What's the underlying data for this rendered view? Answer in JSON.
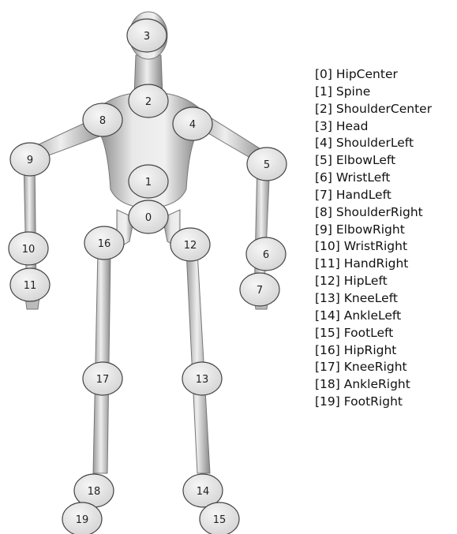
{
  "joints": [
    {
      "id": "0",
      "name": "HipCenter"
    },
    {
      "id": "1",
      "name": "Spine"
    },
    {
      "id": "2",
      "name": "ShoulderCenter"
    },
    {
      "id": "3",
      "name": "Head"
    },
    {
      "id": "4",
      "name": "ShoulderLeft"
    },
    {
      "id": "5",
      "name": "ElbowLeft"
    },
    {
      "id": "6",
      "name": "WristLeft"
    },
    {
      "id": "7",
      "name": "HandLeft"
    },
    {
      "id": "8",
      "name": "ShoulderRight"
    },
    {
      "id": "9",
      "name": "ElbowRight"
    },
    {
      "id": "10",
      "name": "WristRight"
    },
    {
      "id": "11",
      "name": "HandRight"
    },
    {
      "id": "12",
      "name": "HipLeft"
    },
    {
      "id": "13",
      "name": "KneeLeft"
    },
    {
      "id": "14",
      "name": "AnkleLeft"
    },
    {
      "id": "15",
      "name": "FootLeft"
    },
    {
      "id": "16",
      "name": "HipRight"
    },
    {
      "id": "17",
      "name": "KneeRight"
    },
    {
      "id": "18",
      "name": "AnkleRight"
    },
    {
      "id": "19",
      "name": "FootRight"
    }
  ],
  "legend": [
    "[0] HipCenter",
    "[1] Spine",
    "[2] ShoulderCenter",
    "[3] Head",
    "[4] ShoulderLeft",
    "[5] ElbowLeft",
    "[6] WristLeft",
    "[7] HandLeft",
    "[8] ShoulderRight",
    "[9] ElbowRight",
    "[10] WristRight",
    "[11] HandRight",
    "[12] HipLeft",
    "[13] KneeLeft",
    "[14] AnkleLeft",
    "[15] FootLeft",
    "[16] HipRight",
    "[17] KneeRight",
    "[18] AnkleRight",
    "[19] FootRight"
  ],
  "colors": {
    "body_light": "#e6e6e6",
    "body_dark": "#8a8a8a",
    "joint_fill": "#e2e2e2",
    "joint_stroke": "#444444",
    "text": "#111111"
  }
}
